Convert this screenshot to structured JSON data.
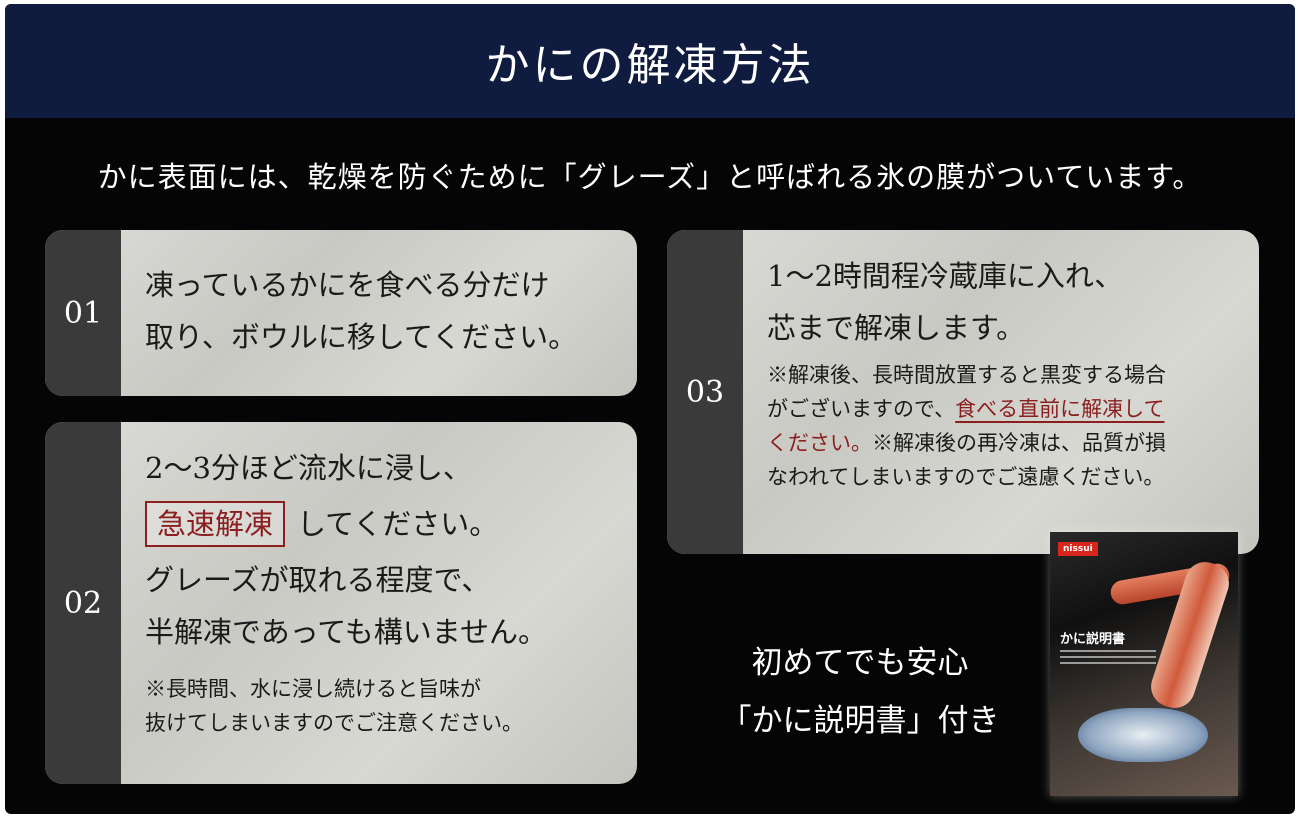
{
  "header": {
    "title": "かにの解凍方法"
  },
  "intro": "かに表面には、乾燥を防ぐために「グレーズ」と呼ばれる氷の膜がついています。",
  "steps": [
    {
      "num": "01",
      "lines": [
        "凍っているかにを食べる分だけ",
        "取り、ボウルに移してください。"
      ]
    },
    {
      "num": "02",
      "line1": "2〜3分ほど流水に浸し、",
      "highlight": "急速解凍",
      "line2_rest": "してください。",
      "line3": "グレーズが取れる程度で、",
      "line4": "半解凍であっても構いません。",
      "note": [
        "※長時間、水に浸し続けると旨味が",
        "抜けてしまいますのでご注意ください。"
      ]
    },
    {
      "num": "03",
      "lines": [
        "1〜2時間程冷蔵庫に入れ、",
        "芯まで解凍します。"
      ],
      "note_1": "※解凍後、長時間放置すると黒変する場合",
      "note_2_a": "がございますので、",
      "note_2_b": "食べる直前に解凍して",
      "note_3_a": "ください。",
      "note_3_b": "※解凍後の再冷凍は、品質が損",
      "note_4": "なわれてしまいますのでご遠慮ください。"
    }
  ],
  "manual": {
    "line1": "初めてでも安心",
    "line2": "「かに説明書」付き"
  },
  "booklet": {
    "logo": "nissui",
    "title": "かに説明書"
  },
  "colors": {
    "header_bg": "#0f1b3f",
    "accent": "#8b1e1e",
    "number_bg": "#3a3a3a"
  }
}
